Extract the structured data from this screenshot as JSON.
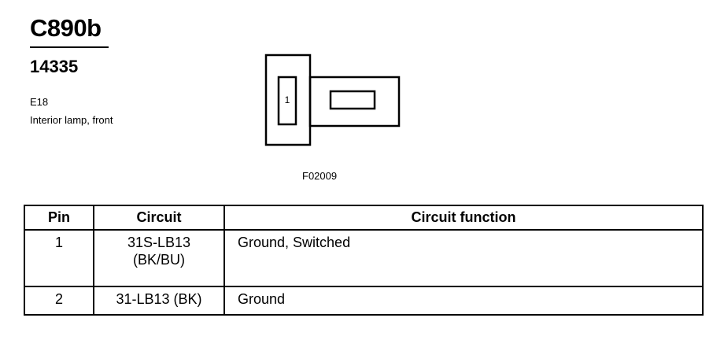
{
  "header": {
    "connector_id": "C890b",
    "part_number": "14335",
    "location_code": "E18",
    "location_description": "Interior lamp, front"
  },
  "diagram": {
    "pin_label": "1",
    "figure_code": "F02009"
  },
  "table": {
    "columns": [
      "Pin",
      "Circuit",
      "Circuit function"
    ],
    "rows": [
      {
        "pin": "1",
        "circuit_line1": "31S-LB13",
        "circuit_line2": "(BK/BU)",
        "function": "Ground, Switched"
      },
      {
        "pin": "2",
        "circuit_line1": "31-LB13 (BK)",
        "circuit_line2": "",
        "function": "Ground"
      }
    ]
  }
}
